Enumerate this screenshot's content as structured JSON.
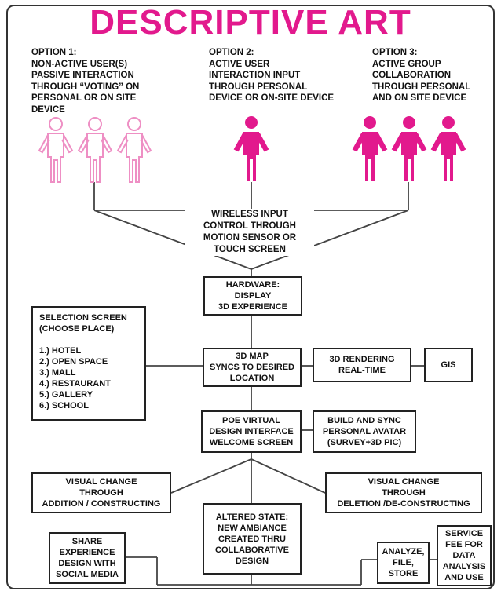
{
  "title": "DESCRIPTIVE ART",
  "colors": {
    "accent": "#e2198d",
    "accent_light": "#ee8fc4",
    "box_border": "#222222"
  },
  "options": [
    {
      "text": "OPTION 1:\nNON-ACTIVE USER(S)\nPASSIVE INTERACTION\nTHROUGH “VOTING” ON\nPERSONAL OR ON SITE\nDEVICE"
    },
    {
      "text": "OPTION 2:\nACTIVE USER\nINTERACTION INPUT\nTHROUGH PERSONAL\nDEVICE OR ON-SITE DEVICE"
    },
    {
      "text": "OPTION 3:\nACTIVE GROUP\nCOLLABORATION\nTHROUGH PERSONAL\nAND ON SITE DEVICE"
    }
  ],
  "wireless": "WIRELESS INPUT\nCONTROL THROUGH\nMOTION SENSOR OR\nTOUCH SCREEN",
  "boxes": {
    "hardware": "HARDWARE:\nDISPLAY\n3D EXPERIENCE",
    "selection": "SELECTION SCREEN\n(CHOOSE PLACE)\n\n1.) HOTEL\n2.) OPEN SPACE\n3.) MALL\n4.) RESTAURANT\n5.) GALLERY\n6.) SCHOOL",
    "map3d": "3D MAP\nSYNCS TO DESIRED\nLOCATION",
    "rendering": "3D RENDERING\nREAL-TIME",
    "gis": "GIS",
    "poe": "POE VIRTUAL\nDESIGN INTERFACE\nWELCOME SCREEN",
    "avatar": "BUILD AND SYNC\nPERSONAL AVATAR\n(SURVEY+3D PIC)",
    "visual_add": "VISUAL CHANGE\nTHROUGH\nADDITION / CONSTRUCTING",
    "visual_del": "VISUAL CHANGE\nTHROUGH\nDELETION /DE-CONSTRUCTING",
    "altered": "ALTERED STATE:\nNEW AMBIANCE\nCREATED THRU\nCOLLABORATIVE\nDESIGN",
    "share": "SHARE\nEXPERIENCE\nDESIGN WITH\nSOCIAL MEDIA",
    "analyze": "ANALYZE,\nFILE,\nSTORE",
    "service": "SERVICE\nFEE FOR\nDATA\nANALYSIS\nAND USE"
  }
}
